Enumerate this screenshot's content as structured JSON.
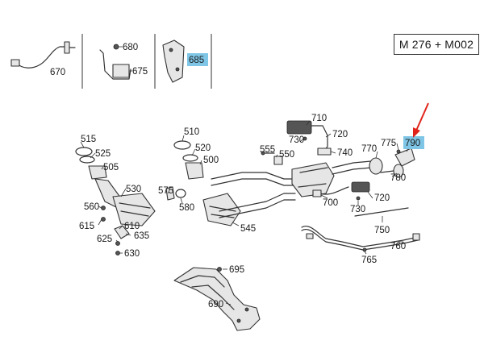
{
  "diagram": {
    "model_code": "M 276 + M002",
    "highlight_color": "#7fc6e6",
    "arrow_color": "#e0241b",
    "inset_labels": [
      "670",
      "680",
      "675",
      "685"
    ],
    "part_labels": {
      "p515": "515",
      "p525": "525",
      "p505": "505",
      "p530": "530",
      "p560": "560",
      "p615": "615",
      "p610": "610",
      "p625": "625",
      "p635": "635",
      "p630": "630",
      "p510": "510",
      "p520": "520",
      "p500": "500",
      "p575": "575",
      "p580": "580",
      "p545": "545",
      "p555": "555",
      "p550": "550",
      "p710": "710",
      "p720a": "720",
      "p730a": "730",
      "p740": "740",
      "p700": "700",
      "p720b": "720",
      "p730b": "730",
      "p770": "770",
      "p775": "775",
      "p790": "790",
      "p780": "780",
      "p750": "750",
      "p760": "760",
      "p765": "765",
      "p695": "695",
      "p690": "690"
    }
  }
}
